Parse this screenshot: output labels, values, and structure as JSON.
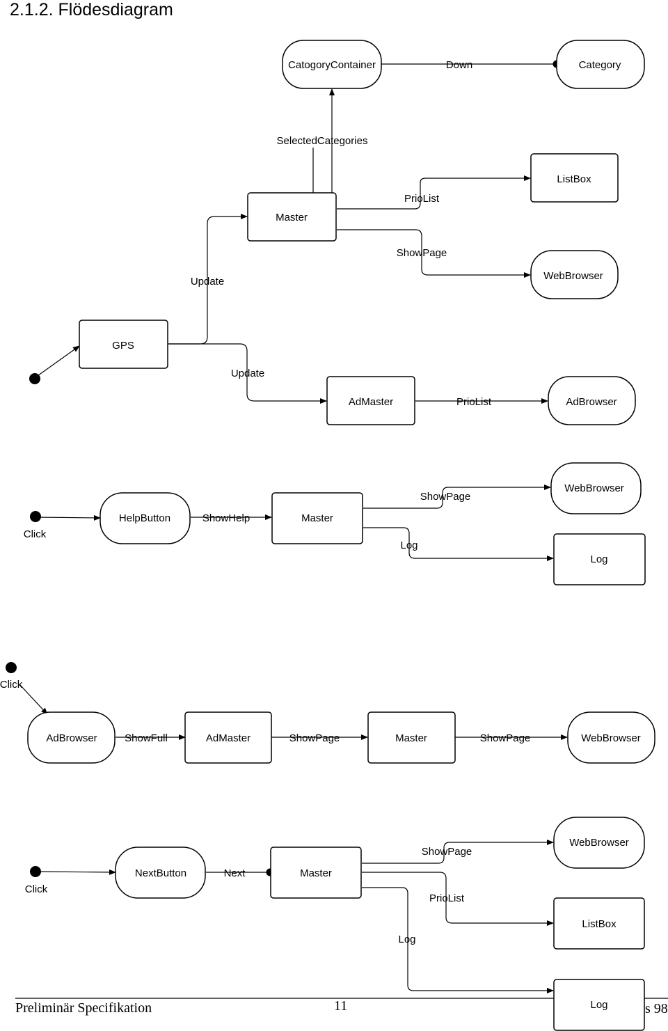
{
  "heading": "2.1.2. Flödesdiagram",
  "nodes": {
    "catogory_container": "CatogoryContainer",
    "category": "Category",
    "master1": "Master",
    "listbox1": "ListBox",
    "webbrowser1": "WebBrowser",
    "gps": "GPS",
    "admaster1": "AdMaster",
    "adbrowser1": "AdBrowser",
    "helpbutton": "HelpButton",
    "master2": "Master",
    "webbrowser2": "WebBrowser",
    "log2": "Log",
    "adbrowser3": "AdBrowser",
    "admaster3": "AdMaster",
    "master3": "Master",
    "webbrowser3": "WebBrowser",
    "nextbutton": "NextButton",
    "master4": "Master",
    "webbrowser4": "WebBrowser",
    "listbox4": "ListBox",
    "log4": "Log"
  },
  "edges": {
    "down": "Down",
    "selected_categories": "SelectedCategories",
    "priolist1": "PrioList",
    "showpage1": "ShowPage",
    "update1": "Update",
    "update2": "Update",
    "priolist2": "PrioList",
    "showhelp": "ShowHelp",
    "showpage2": "ShowPage",
    "log2": "Log",
    "click2": "Click",
    "click3": "Click",
    "showfull": "ShowFull",
    "showpage3a": "ShowPage",
    "showpage3b": "ShowPage",
    "click4": "Click",
    "next": "Next",
    "showpage4": "ShowPage",
    "priolist4": "PrioList",
    "log4": "Log"
  },
  "footer": {
    "left": "Preliminär Specifikation",
    "page": "11",
    "right": "s 98"
  }
}
